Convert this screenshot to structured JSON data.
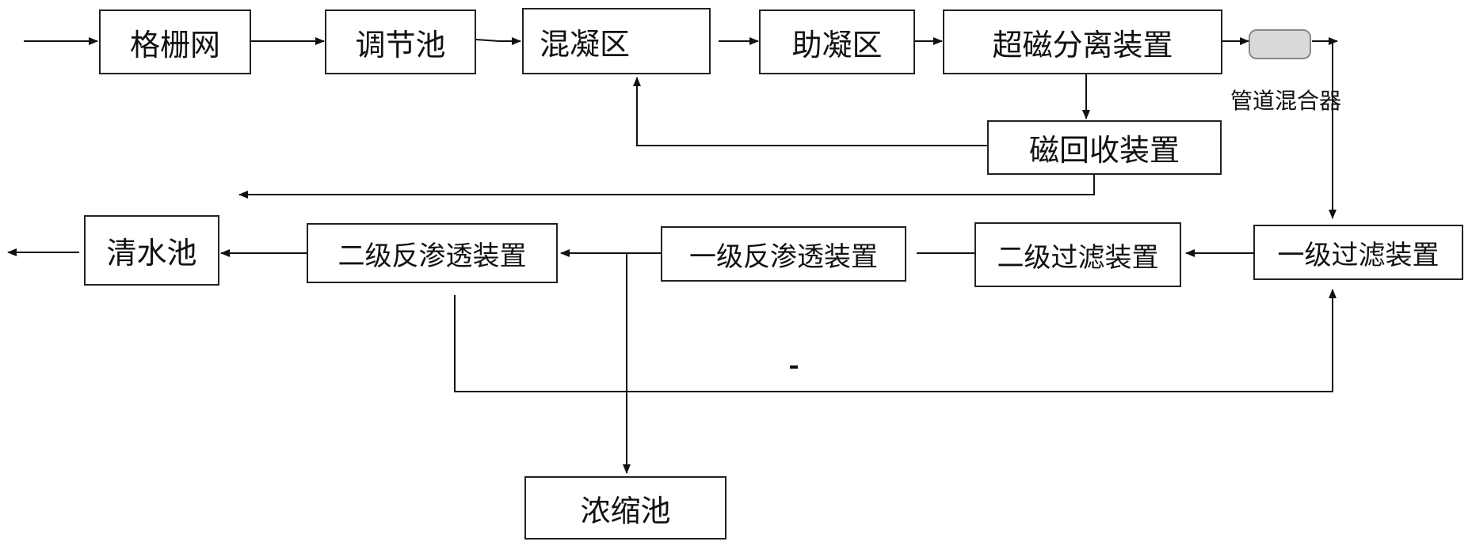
{
  "nodes": {
    "grille": "格栅网",
    "equalization": "调节池",
    "coagulation": "混凝区",
    "flocculation": "助凝区",
    "super_magnetic": "超磁分离装置",
    "magnetic_recovery": "磁回收装置",
    "pipeline_mixer": "管道混合器",
    "primary_filter": "一级过滤装置",
    "secondary_filter": "二级过滤装置",
    "primary_ro": "一级反渗透装置",
    "secondary_ro": "二级反渗透装置",
    "clear_water": "清水池",
    "concentrate": "浓缩池"
  },
  "colors": {
    "line": "#111111",
    "box_border": "#222222",
    "mixer_fill": "#d9d9d9",
    "mixer_border": "#888888"
  }
}
